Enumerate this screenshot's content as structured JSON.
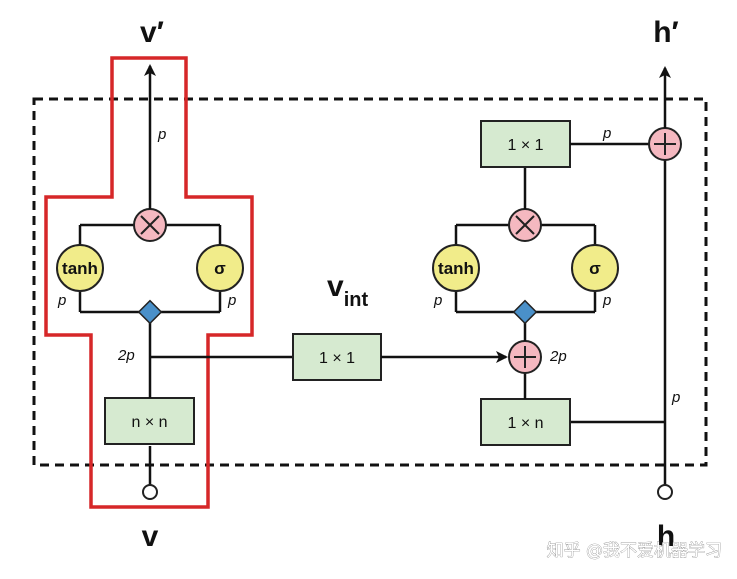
{
  "colors": {
    "line": "#111111",
    "red_outline": "#d62728",
    "box_fill": "#d6ead0",
    "box_stroke": "#222222",
    "gate_fill": "#f1ec8a",
    "op_fill": "#f5b8c0",
    "split_fill": "#4a90c9"
  },
  "labels": {
    "v_out": "v′",
    "v_in": "v",
    "h_out": "h′",
    "h_in": "h",
    "v_int_main": "v",
    "v_int_sub": "int",
    "p": "p",
    "two_p": "2p"
  },
  "boxes": {
    "vertical_conv": "n × n",
    "link_conv": "1 × 1",
    "horizontal_conv": "1 × n",
    "output_conv": "1 × 1"
  },
  "gates": {
    "tanh": "tanh",
    "sigma": "σ"
  },
  "icons": {
    "multiply": "multiply-icon",
    "add": "plus-icon",
    "split": "diamond-split-icon",
    "input_node": "open-circle-icon"
  },
  "watermark": "知乎 @我不爱机器学习"
}
